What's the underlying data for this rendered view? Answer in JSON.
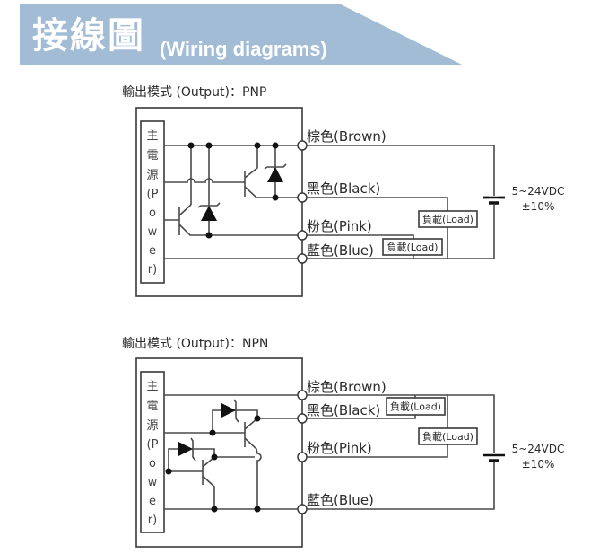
{
  "header": {
    "title": "接線圖",
    "subtitle": "(Wiring diagrams)",
    "band_color": "#a3bcd6"
  },
  "diagrams": [
    {
      "id": "pnp",
      "heading": "輸出模式 (Output)：PNP",
      "power_label": [
        "主",
        "電",
        "源",
        "(P",
        "o",
        "w",
        "e",
        "r)"
      ],
      "wires": [
        {
          "color": "brown",
          "label": "棕色(Brown)"
        },
        {
          "color": "black",
          "label": "黑色(Black)"
        },
        {
          "color": "pink",
          "label": "粉色(Pink)"
        },
        {
          "color": "blue",
          "label": "藍色(Blue)"
        }
      ],
      "loads": [
        "負載(Load)",
        "負載(Load)"
      ],
      "supply": {
        "voltage": "5~24VDC",
        "tolerance": "±10%"
      }
    },
    {
      "id": "npn",
      "heading": "輸出模式 (Output)：NPN",
      "power_label": [
        "主",
        "電",
        "源",
        "(P",
        "o",
        "w",
        "e",
        "r)"
      ],
      "wires": [
        {
          "color": "brown",
          "label": "棕色(Brown)"
        },
        {
          "color": "black",
          "label": "黑色(Black)"
        },
        {
          "color": "pink",
          "label": "粉色(Pink)"
        },
        {
          "color": "blue",
          "label": "藍色(Blue)"
        }
      ],
      "loads": [
        "負載(Load)",
        "負載(Load)"
      ],
      "supply": {
        "voltage": "5~24VDC",
        "tolerance": "±10%"
      }
    }
  ]
}
